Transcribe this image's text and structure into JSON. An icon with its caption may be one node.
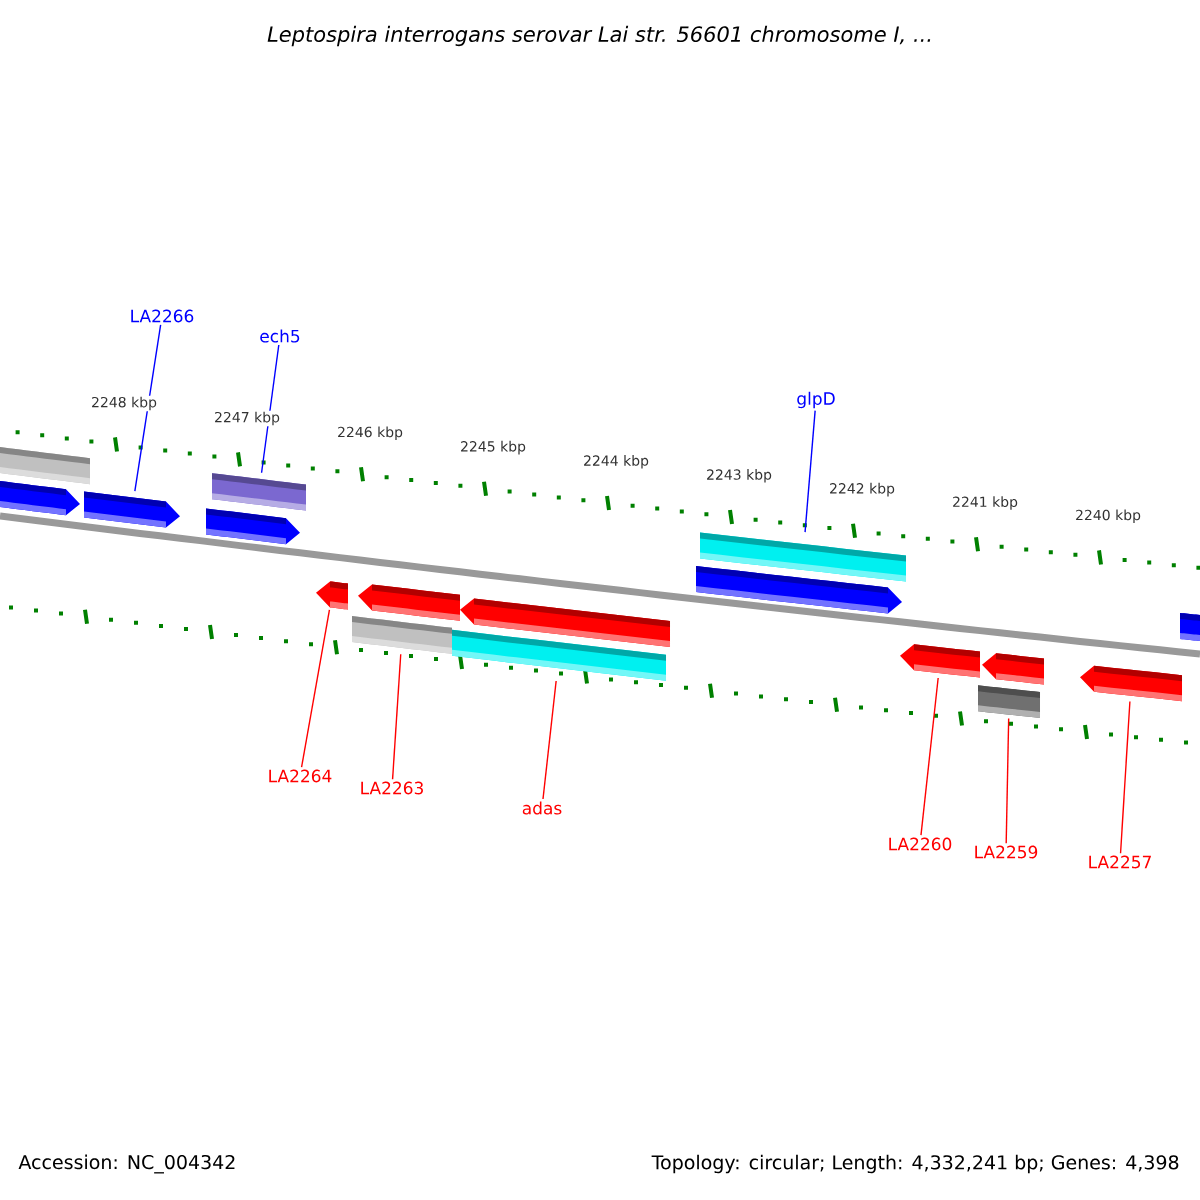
{
  "diagram": {
    "title": "Leptospira interrogans serovar Lai str. 56601 chromosome I, ...",
    "nodes": [
      {
        "text": [
          "LA2266"
        ]
      },
      {
        "text": [
          "ech5"
        ]
      },
      {
        "text": [
          "glpD"
        ]
      },
      {
        "text": [
          "LA2264"
        ]
      },
      {
        "text": [
          "LA2263"
        ]
      },
      {
        "text": [
          "adas"
        ]
      },
      {
        "text": [
          "LA2260"
        ]
      },
      {
        "text": [
          "LA2259"
        ]
      },
      {
        "text": [
          "LA2257"
        ]
      },
      {
        "text": [],
        "shape": "bar"
      },
      {
        "text": [],
        "shape": "arrow"
      },
      {
        "text": [],
        "shape": "arrow"
      },
      {
        "text": [],
        "shape": "bar"
      },
      {
        "text": [],
        "shape": "arrow"
      },
      {
        "text": [],
        "shape": "bar"
      },
      {
        "text": [],
        "shape": "arrow"
      },
      {
        "text": [],
        "shape": "bar"
      },
      {
        "text": [],
        "shape": "arrow"
      },
      {
        "text": [],
        "shape": "arrow"
      },
      {
        "text": [],
        "shape": "arrow"
      },
      {
        "text": [],
        "shape": "bar"
      },
      {
        "text": [],
        "shape": "bar"
      },
      {
        "text": [],
        "shape": "arrow"
      },
      {
        "text": [],
        "shape": "arrow"
      },
      {
        "text": [],
        "shape": "bar"
      },
      {
        "text": [],
        "shape": "arrow"
      }
    ],
    "edges": [
      {
        "from": 0,
        "to": 11,
        "arrow": "none",
        "color": "#0000ff"
      },
      {
        "from": 1,
        "to": 12,
        "arrow": "none",
        "color": "#0000ff"
      },
      {
        "from": 2,
        "to": 14,
        "arrow": "none",
        "color": "#0000ff"
      },
      {
        "from": 3,
        "to": 17,
        "arrow": "none"
      },
      {
        "from": 4,
        "to": 20,
        "arrow": "none"
      },
      {
        "from": 5,
        "to": 21,
        "arrow": "none"
      },
      {
        "from": 6,
        "to": 22,
        "arrow": "none"
      },
      {
        "from": 7,
        "to": 24,
        "arrow": "none"
      },
      {
        "from": 8,
        "to": 25,
        "arrow": "none"
      }
    ],
    "labels": [
      "2248 kbp",
      "2247 kbp",
      "2246 kbp",
      "2245 kbp",
      "2244 kbp",
      "2243 kbp",
      "2242 kbp",
      "2241 kbp",
      "2240 kbp",
      "Accession: NC_004342",
      "Topology: circular; Length: 4,332,241 bp; Genes: 4,398"
    ]
  }
}
